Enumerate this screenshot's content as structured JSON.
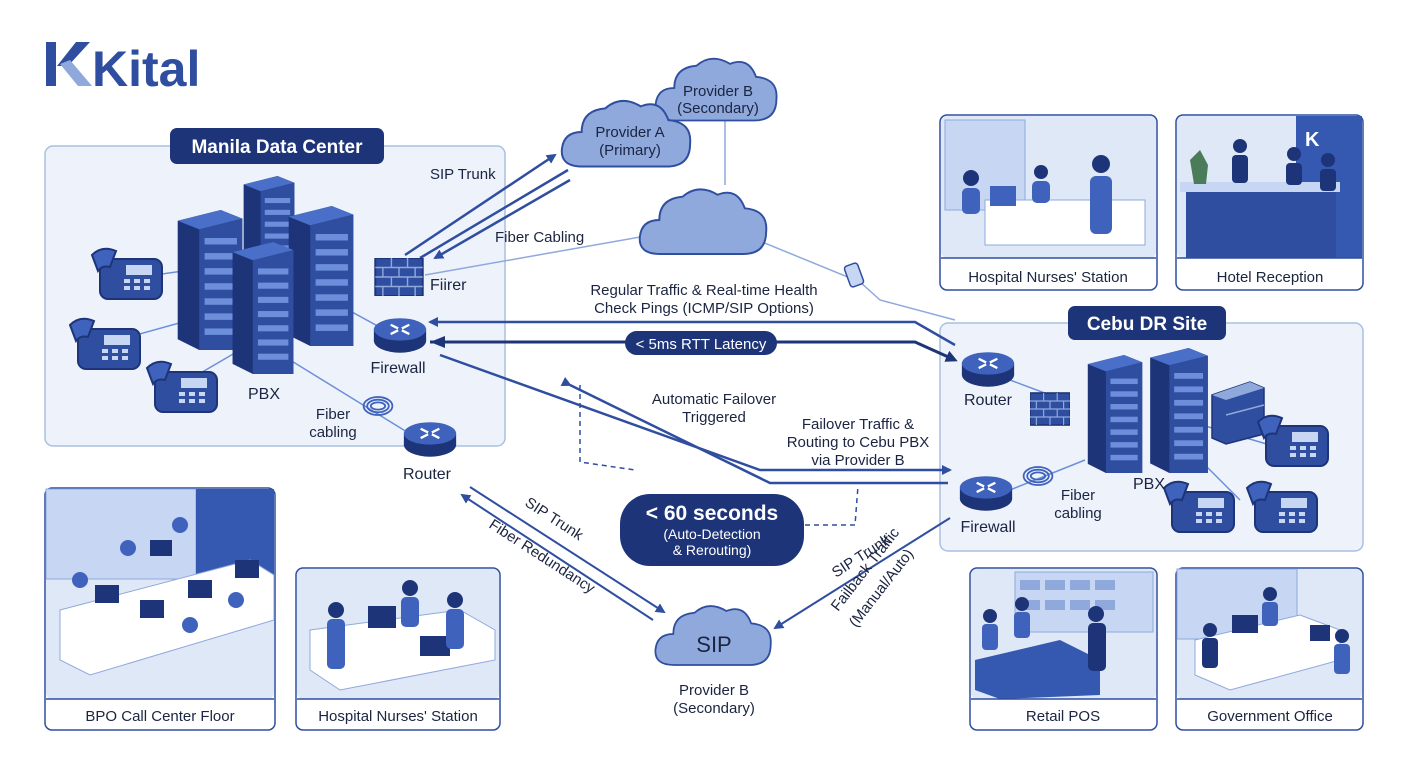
{
  "logo": {
    "text": "Kital",
    "color": "#2f4ea0"
  },
  "sites": {
    "manila": {
      "title": "Manila Data Center"
    },
    "cebu": {
      "title": "Cebu DR Site"
    }
  },
  "devices": {
    "manila_pbx": "PBX",
    "manila_firewall_text": "Fiirer",
    "manila_firewall": "Firewall",
    "manila_router": "Router",
    "manila_fiber_cabling": [
      "Fiber",
      "cabling"
    ],
    "cebu_router": "Router",
    "cebu_firewall": "Firewall",
    "cebu_pbx": "PBX",
    "cebu_fiber_cabling": [
      "Fiber",
      "cabling"
    ]
  },
  "clouds": {
    "provider_a": [
      "Provider A",
      "(Primary)"
    ],
    "provider_b_top": [
      "Provider B",
      "(Secondary)"
    ],
    "sip_cloud": "SIP",
    "sip_provider_caption": [
      "Provider B",
      "(Secondary)"
    ]
  },
  "links": {
    "sip_trunk_top": "SIP Trunk",
    "fiber_cabling_top": "Fiber Cabling",
    "health_check": [
      "Regular Traffic & Real-time Health",
      "Check Pings (ICMP/SIP Options)"
    ],
    "latency": "< 5ms RTT Latency",
    "auto_failover": [
      "Automatic Failover",
      "Triggered"
    ],
    "failover_traffic": [
      "Failover Traffic &",
      "Routing to Cebu PBX",
      "via Provider B"
    ],
    "sip_trunk_bottom_left": "SIP Trunk",
    "fiber_redundancy": "Fiber Redundancy",
    "sip_trunk_bottom_right": "SIP Trunk",
    "failback": [
      "Failback Traffic",
      "(Manual/Auto)"
    ]
  },
  "failover_time": {
    "headline": "< 60 seconds",
    "detail": [
      "(Auto-Detection",
      "& Rerouting)"
    ]
  },
  "scenes": {
    "top_left": "Hospital Nurses' Station",
    "top_right": "Hotel Reception",
    "bottom_left_1": "BPO Call Center Floor",
    "bottom_left_2": "Hospital Nurses' Station",
    "bottom_right_1": "Retail POS",
    "bottom_right_2": "Government Office"
  },
  "colors": {
    "navy": "#1d3478",
    "blue": "#2f4ea0",
    "device": "#3558b0",
    "panel": "#eef3fb",
    "panel_border": "#a9bfe0",
    "cloud": "#8fa9dc"
  }
}
